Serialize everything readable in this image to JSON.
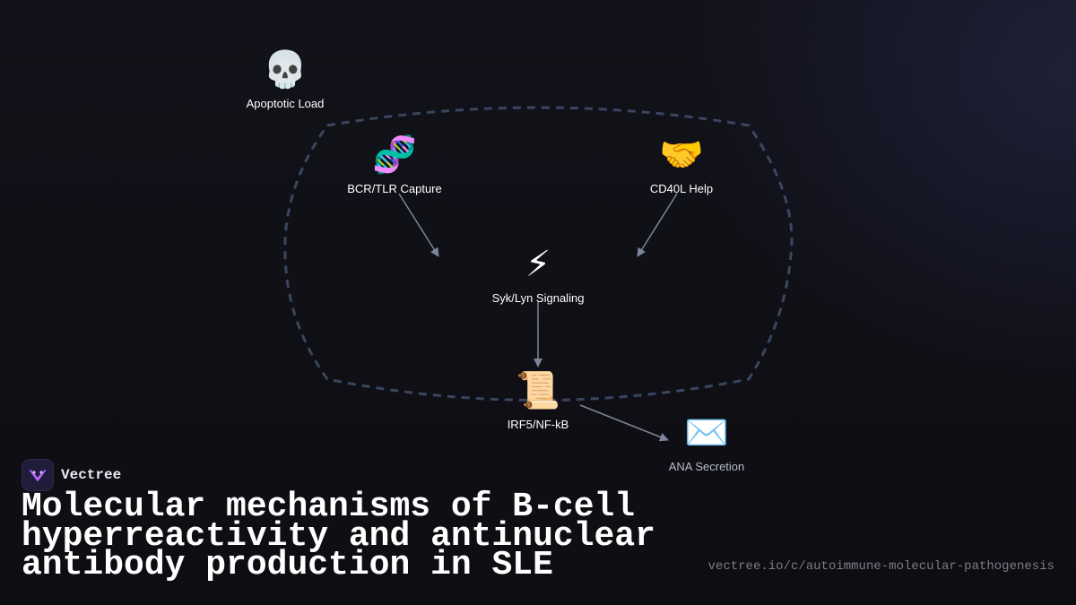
{
  "diagram": {
    "nodes": [
      {
        "id": "apoptotic",
        "emoji": "💀",
        "label": "Apoptotic Load"
      },
      {
        "id": "bcr",
        "emoji": "🧬",
        "label": "BCR/TLR Capture"
      },
      {
        "id": "cd40l",
        "emoji": "🤝",
        "label": "CD40L Help"
      },
      {
        "id": "syk",
        "emoji": "⚡",
        "label": "Syk/Lyn Signaling"
      },
      {
        "id": "irf5",
        "emoji": "📜",
        "label": "IRF5/NF-kB"
      },
      {
        "id": "ana",
        "emoji": "✉️",
        "label": "ANA Secretion"
      }
    ],
    "edges": [
      {
        "from": "bcr",
        "to": "syk"
      },
      {
        "from": "cd40l",
        "to": "syk"
      },
      {
        "from": "syk",
        "to": "irf5"
      },
      {
        "from": "irf5",
        "to": "ana"
      }
    ],
    "colors": {
      "edge": "#7c8599",
      "boundary": "#3a4560"
    }
  },
  "brand": {
    "name": "Vectree",
    "logo_color": "#a855f7"
  },
  "title": "Molecular mechanisms of B-cell hyperreactivity and antinuclear antibody production in SLE",
  "url": "vectree.io/c/autoimmune-molecular-pathogenesis"
}
